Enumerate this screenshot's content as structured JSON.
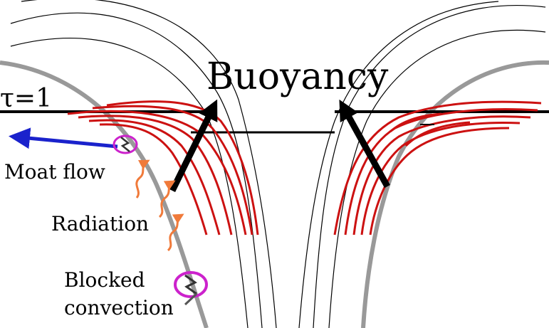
{
  "labels": {
    "buoyancy": "Buoyancy",
    "tau": "τ=1",
    "moat_flow": "Moat flow",
    "radiation": "Radiation",
    "blocked_line1": "Blocked",
    "blocked_line2": "convection"
  },
  "colors": {
    "field_lines": "#cc1111",
    "boundary": "#999999",
    "moat_arrow": "#1a22cc",
    "radiation": "#f07a3a",
    "convection_cell": "#cc22cc",
    "ink": "#000000"
  },
  "icons": {
    "convection_cell": "swirl-arrows-icon",
    "radiation": "squiggle-arrow-icon"
  }
}
